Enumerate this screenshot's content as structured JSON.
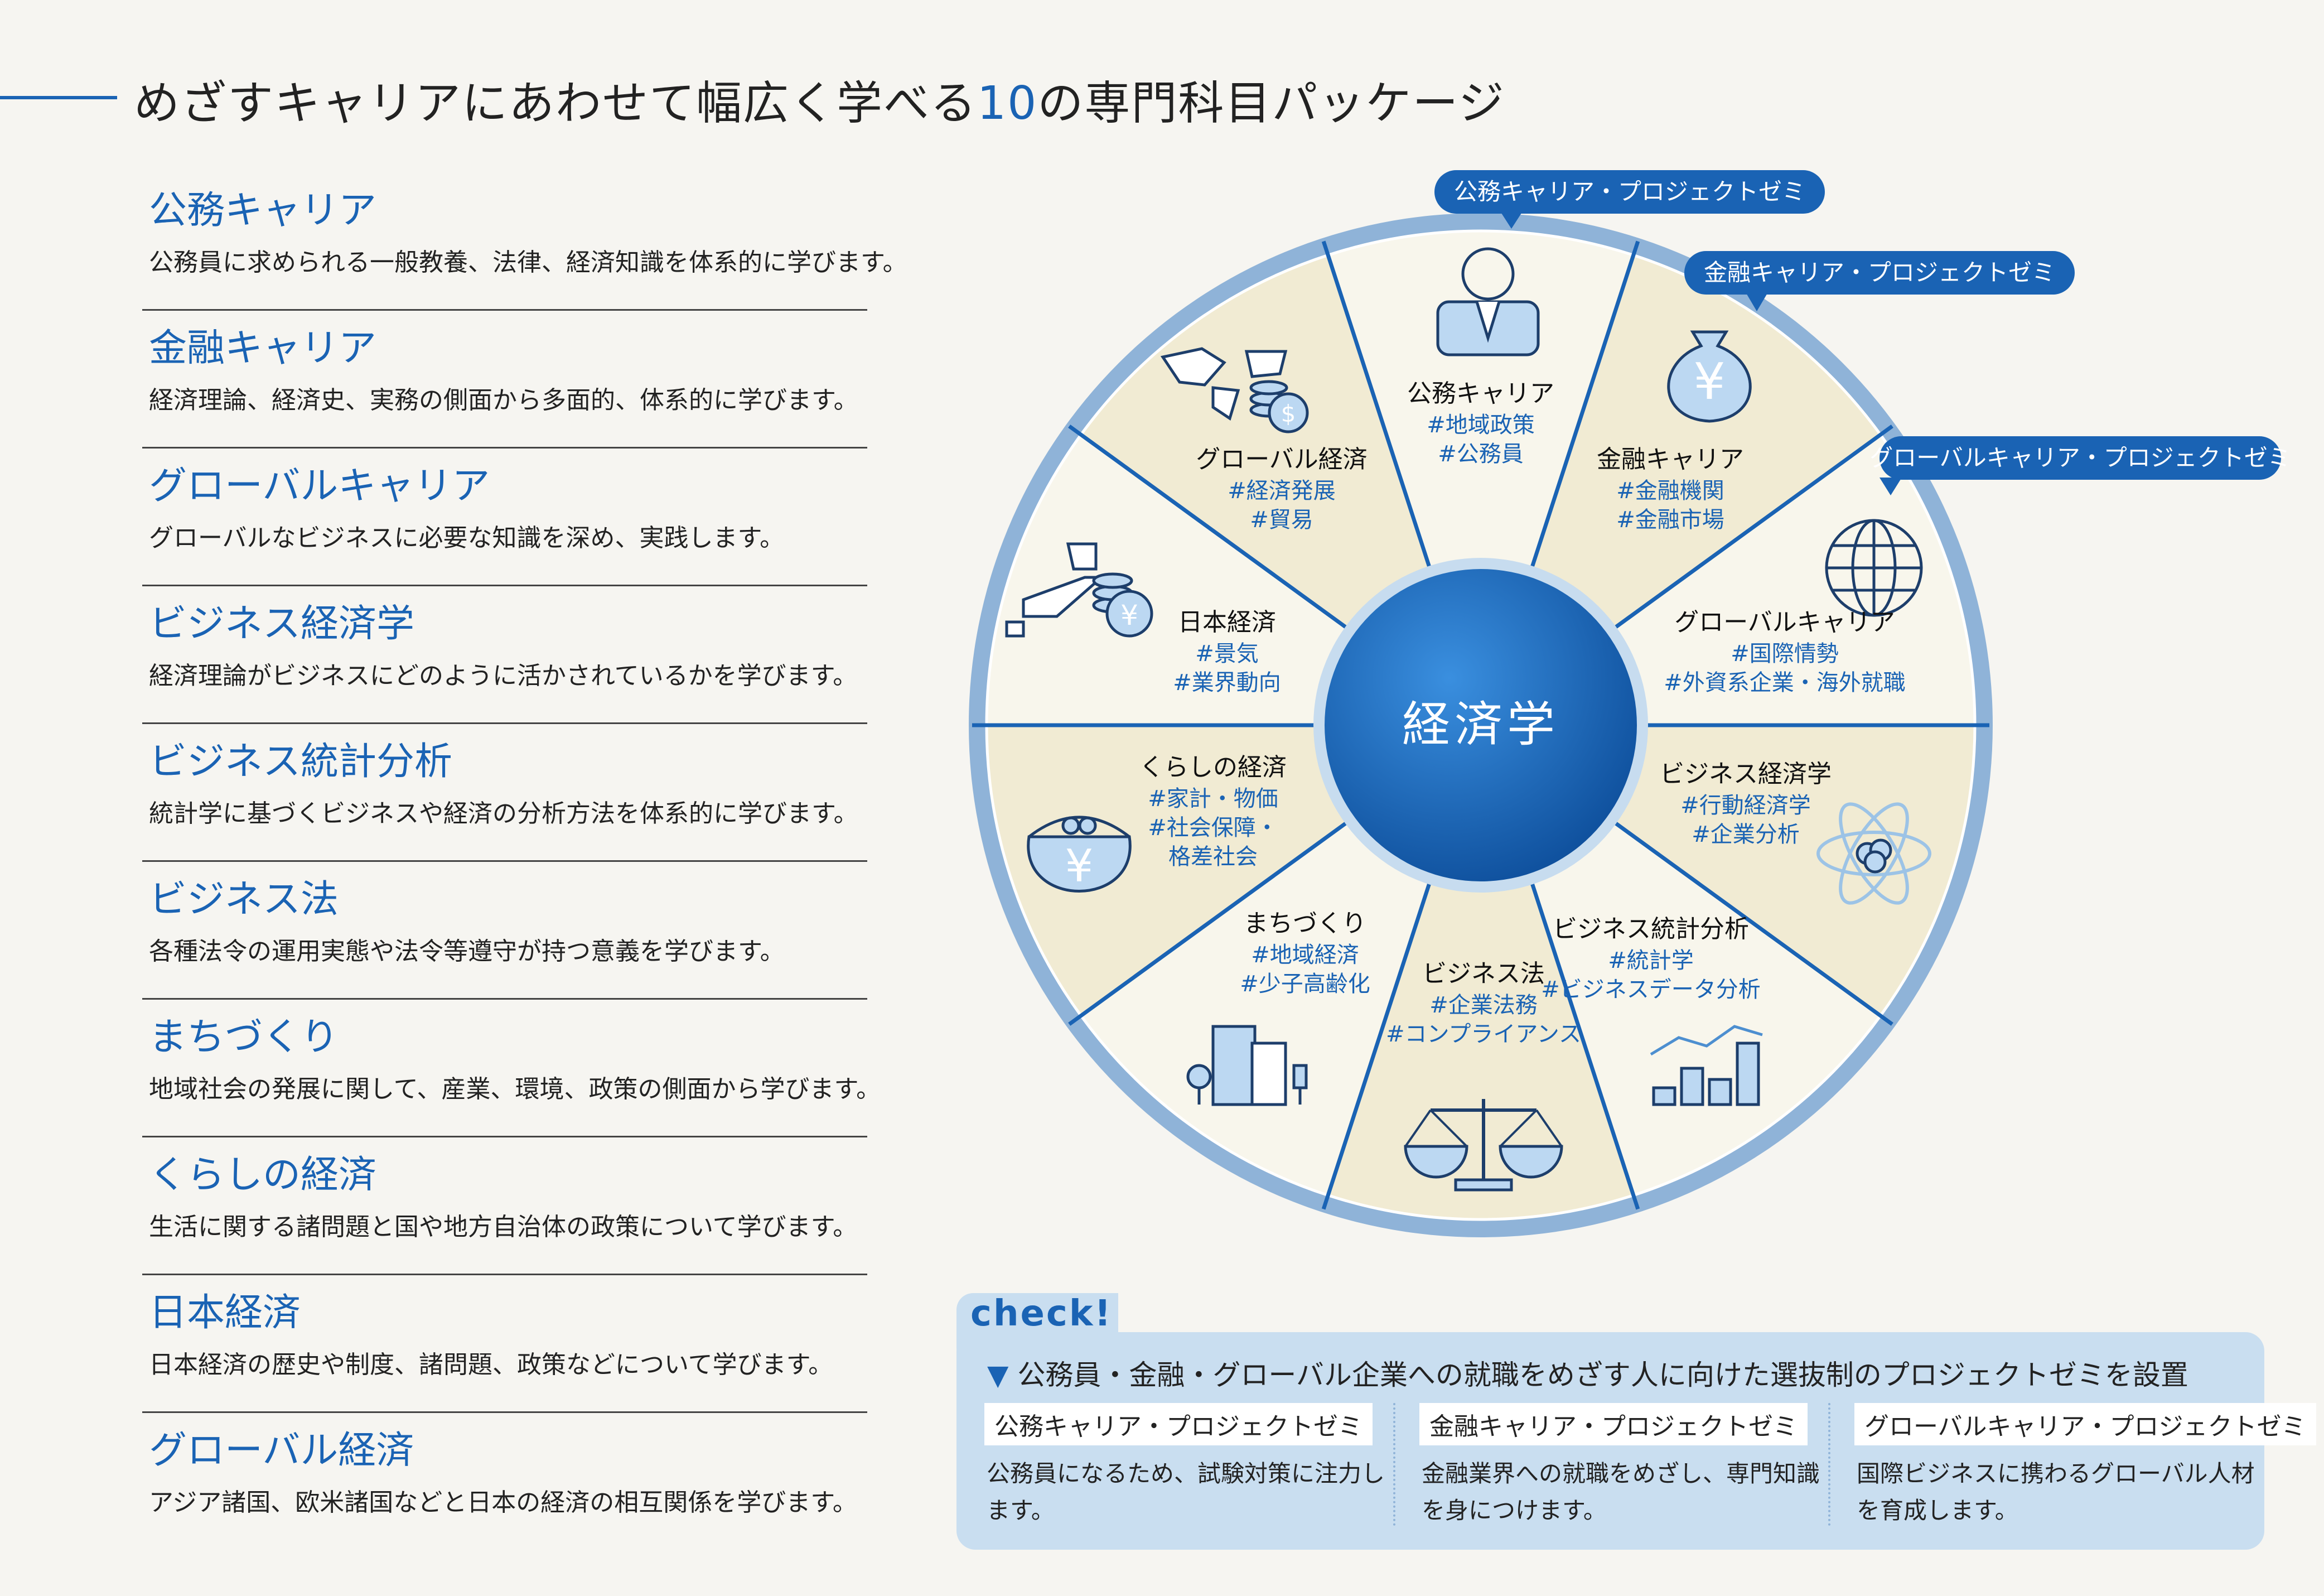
{
  "header": {
    "title_before": "めざすキャリアにあわせて幅広く学べる",
    "title_num": "10",
    "title_after": "の専門科目パッケージ"
  },
  "subjects": [
    {
      "name": "公務キャリア",
      "desc": "公務員に求められる一般教養、法律、経済知識を体系的に学びます。"
    },
    {
      "name": "金融キャリア",
      "desc": "経済理論、経済史、実務の側面から多面的、体系的に学びます。"
    },
    {
      "name": "グローバルキャリア",
      "desc": "グローバルなビジネスに必要な知識を深め、実践します。"
    },
    {
      "name": "ビジネス経済学",
      "desc": "経済理論がビジネスにどのように活かされているかを学びます。"
    },
    {
      "name": "ビジネス統計分析",
      "desc": "統計学に基づくビジネスや経済の分析方法を体系的に学びます。"
    },
    {
      "name": "ビジネス法",
      "desc": "各種法令の運用実態や法令等遵守が持つ意義を学びます。"
    },
    {
      "name": "まちづくり",
      "desc": "地域社会の発展に関して、産業、環境、政策の側面から学びます。"
    },
    {
      "name": "くらしの経済",
      "desc": "生活に関する諸問題と国や地方自治体の政策について学びます。"
    },
    {
      "name": "日本経済",
      "desc": "日本経済の歴史や制度、諸問題、政策などについて学びます。"
    },
    {
      "name": "グローバル経済",
      "desc": "アジア諸国、欧米諸国などと日本の経済の相互関係を学びます。"
    }
  ],
  "wheel": {
    "center": "経済学",
    "segments": [
      {
        "name": "公務キャリア",
        "tags": [
          "#地域政策",
          "#公務員"
        ],
        "icon": "person-icon"
      },
      {
        "name": "金融キャリア",
        "tags": [
          "#金融機関",
          "#金融市場"
        ],
        "icon": "money-bag-icon"
      },
      {
        "name": "グローバルキャリア",
        "tags": [
          "#国際情勢",
          "#外資系企業・海外就職"
        ],
        "icon": "globe-icon"
      },
      {
        "name": "ビジネス経済学",
        "tags": [
          "#行動経済学",
          "#企業分析"
        ],
        "icon": "atom-icon"
      },
      {
        "name": "ビジネス統計分析",
        "tags": [
          "#統計学",
          "#ビジネスデータ分析"
        ],
        "icon": "bar-chart-icon"
      },
      {
        "name": "ビジネス法",
        "tags": [
          "#企業法務",
          "#コンプライアンス"
        ],
        "icon": "scales-icon"
      },
      {
        "name": "まちづくり",
        "tags": [
          "#地域経済",
          "#少子高齢化"
        ],
        "icon": "buildings-icon"
      },
      {
        "name": "くらしの経済",
        "tags": [
          "#家計・物価",
          "#社会保障・",
          "格差社会"
        ],
        "icon": "purse-icon"
      },
      {
        "name": "日本経済",
        "tags": [
          "#景気",
          "#業界動向"
        ],
        "icon": "japan-map-icon"
      },
      {
        "name": "グローバル経済",
        "tags": [
          "#経済発展",
          "#貿易"
        ],
        "icon": "world-map-icon"
      }
    ],
    "callouts": [
      "公務キャリア・プロジェクトゼミ",
      "金融キャリア・プロジェクトゼミ",
      "グローバルキャリア・プロジェクトゼミ"
    ]
  },
  "check": {
    "label": "check!",
    "headline": "公務員・金融・グローバル企業への就職をめざす人に向けた選抜制のプロジェクトゼミを設置",
    "headline_marker": "▼",
    "zemi": [
      {
        "title": "公務キャリア・プロジェクトゼミ",
        "desc": "公務員になるため、試験対策に注力します。"
      },
      {
        "title": "金融キャリア・プロジェクトゼミ",
        "desc": "金融業界への就職をめざし、専門知識を身につけます。"
      },
      {
        "title": "グローバルキャリア・プロジェクトゼミ",
        "desc": "国際ビジネスに携わるグローバル人材を育成します。"
      }
    ]
  },
  "colors": {
    "accent": "#1a63b4",
    "segment_light": "#f8f6ec",
    "segment_dark": "#f1ebd3",
    "ring": "#8fb3d8",
    "icon_fill": "#bcd8f2"
  }
}
